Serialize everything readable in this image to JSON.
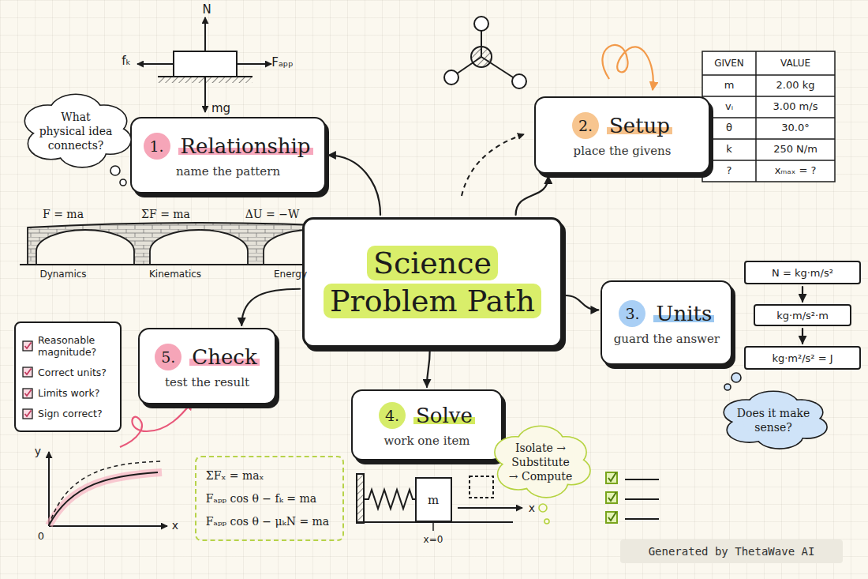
{
  "diagram": {
    "title": "Science Problem Path",
    "nodes": [
      {
        "text": [
          "1.",
          "Relationship",
          "name the pattern"
        ]
      },
      {
        "text": [
          "What physical idea connects?"
        ]
      },
      {
        "text": [
          "2.",
          "Setup",
          "place the givens"
        ]
      },
      {
        "text": [
          "Science Problem Path"
        ]
      },
      {
        "text": [
          "3.",
          "Units",
          "guard the answer"
        ]
      },
      {
        "text": [
          "N = kg·m/s²"
        ]
      },
      {
        "text": [
          "kg·m/s²·m"
        ]
      },
      {
        "text": [
          "kg·m²/s² = J"
        ]
      },
      {
        "text": [
          "Does it make sense?"
        ]
      },
      {
        "text": [
          "5.",
          "Check",
          "test the result"
        ]
      },
      {
        "text": [
          "Reasonable magnitude?",
          "Correct units?",
          "Limits work?",
          "Sign correct?"
        ]
      },
      {
        "text": [
          "4.",
          "Solve",
          "work one item"
        ]
      },
      {
        "text": [
          "Isolate → Substitute → Compute"
        ]
      },
      {
        "text": [
          "ΣFₓ = maₓ",
          "Fₐₚₚ cos θ − fₖ = ma",
          "Fₐₚₚ cos θ − μₖN = ma"
        ]
      }
    ],
    "edges": [
      {
        "from": 3,
        "to": 0,
        "arrow": "to"
      },
      {
        "from": 3,
        "to": 2,
        "arrow": "to"
      },
      {
        "from": 3,
        "to": 4,
        "arrow": "to"
      },
      {
        "from": 3,
        "to": 11,
        "arrow": "to"
      },
      {
        "from": 3,
        "to": 9,
        "arrow": "to"
      },
      {
        "from": 5,
        "to": 6,
        "arrow": "to"
      },
      {
        "from": 6,
        "to": 7,
        "arrow": "to"
      }
    ],
    "labels": [
      "N",
      "fₖ",
      "Fₐₚₚ",
      "mg",
      "F = ma",
      "ΣF = ma",
      "ΔU = −W",
      "Dynamics",
      "Kinematics",
      "Energy",
      "GIVEN",
      "VALUE",
      "m",
      "2.00 kg",
      "vᵢ",
      "3.00 m/s",
      "θ",
      "30.0°",
      "k",
      "250 N/m",
      "?",
      "xₘₐₓ = ?",
      "y",
      "x",
      "0",
      "m",
      "x",
      "x=0",
      "Generated by ThetaWave AI"
    ]
  }
}
